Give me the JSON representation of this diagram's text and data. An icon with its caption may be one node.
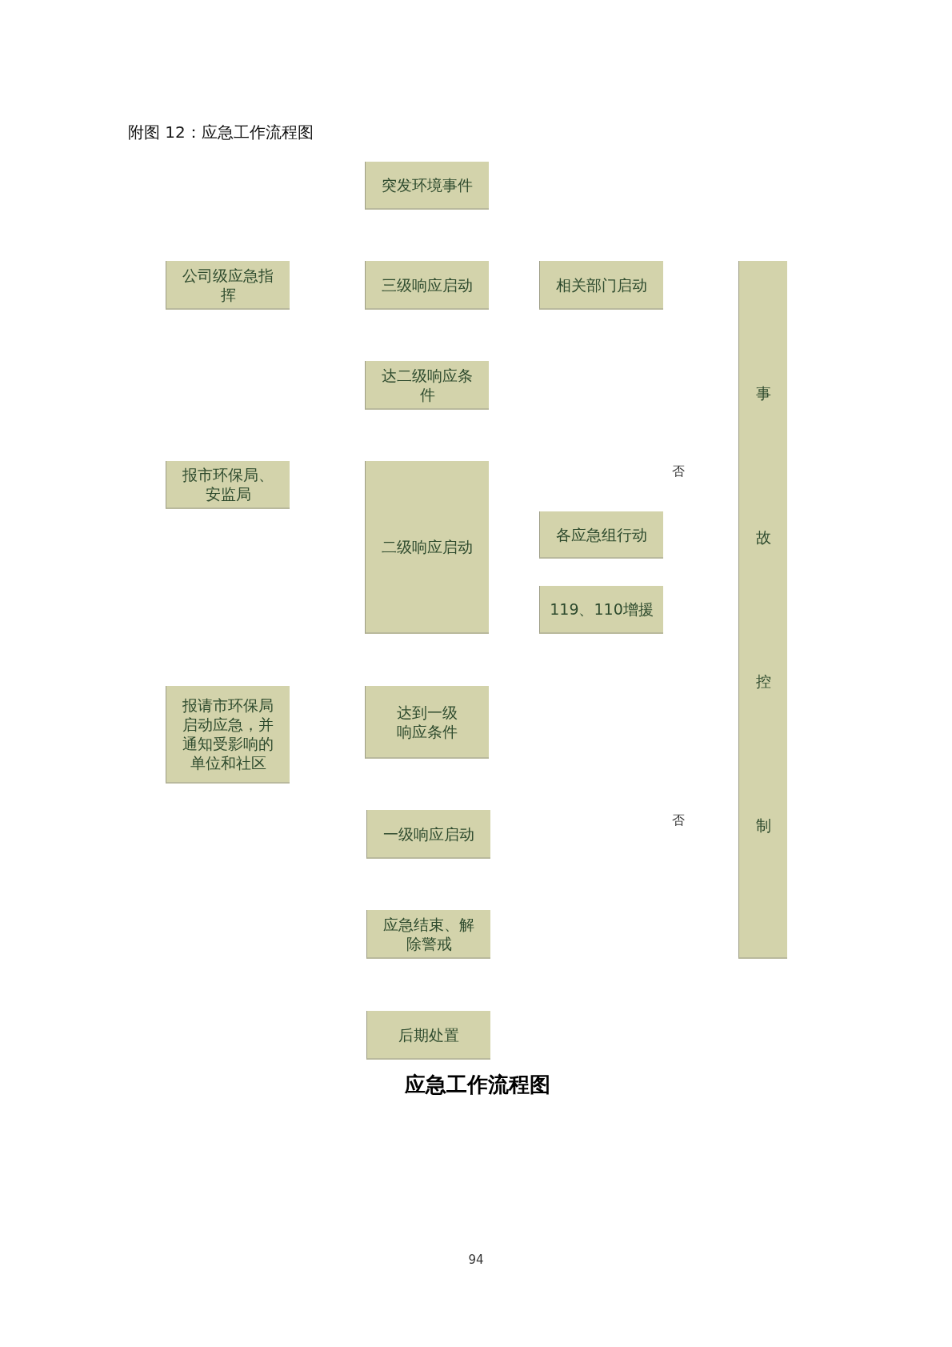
{
  "diagram": {
    "title": "附图 12：应急工作流程图",
    "caption": "应急工作流程图",
    "nodes": [
      {
        "text": [
          "突发环境事件"
        ]
      },
      {
        "text": [
          "公司级应急指挥"
        ]
      },
      {
        "text": [
          "三级响应启动"
        ]
      },
      {
        "text": [
          "相关部门启动"
        ]
      },
      {
        "text": [
          "事故控制"
        ]
      },
      {
        "text": [
          "达二级响应条件"
        ]
      },
      {
        "text": [
          "报市环保局、安监局"
        ]
      },
      {
        "text": [
          "二级响应启动"
        ]
      },
      {
        "text": [
          "各应急组行动"
        ]
      },
      {
        "text": [
          "119、110增援"
        ]
      },
      {
        "text": [
          "报请市环保局启动应急，并通知受影响的单位和社区"
        ]
      },
      {
        "text": [
          "达到一级响应条件"
        ]
      },
      {
        "text": [
          "一级响应启动"
        ]
      },
      {
        "text": [
          "应急结束、解除警戒"
        ]
      },
      {
        "text": [
          "后期处置"
        ]
      }
    ],
    "labels": [
      "否",
      "否",
      "94"
    ]
  }
}
